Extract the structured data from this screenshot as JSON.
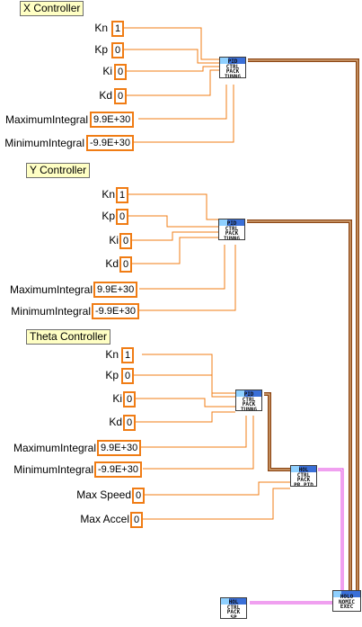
{
  "sections": {
    "x": {
      "title": "X Controller",
      "params": [
        {
          "label": "Kn",
          "value": "1"
        },
        {
          "label": "Kp",
          "value": "0"
        },
        {
          "label": "Ki",
          "value": "0"
        },
        {
          "label": "Kd",
          "value": "0"
        },
        {
          "label": "MaximumIntegral",
          "value": "9.9E+30"
        },
        {
          "label": "MinimumIntegral",
          "value": "-9.9E+30"
        }
      ],
      "vi_text": "PID\nCTRL\nPACK\nTUNNG"
    },
    "y": {
      "title": "Y Controller",
      "params": [
        {
          "label": "Kn",
          "value": "1"
        },
        {
          "label": "Kp",
          "value": "0"
        },
        {
          "label": "Ki",
          "value": "0"
        },
        {
          "label": "Kd",
          "value": "0"
        },
        {
          "label": "MaximumIntegral",
          "value": "9.9E+30"
        },
        {
          "label": "MinimumIntegral",
          "value": "-9.9E+30"
        }
      ],
      "vi_text": "PID\nCTRL\nPACK\nTUNNG"
    },
    "theta": {
      "title": "Theta Controller",
      "params": [
        {
          "label": "Kn",
          "value": "1"
        },
        {
          "label": "Kp",
          "value": "0"
        },
        {
          "label": "Ki",
          "value": "0"
        },
        {
          "label": "Kd",
          "value": "0"
        },
        {
          "label": "MaximumIntegral",
          "value": "9.9E+30"
        },
        {
          "label": "MinimumIntegral",
          "value": "-9.9E+30"
        }
      ],
      "vi_text": "PID\nCTRL\nPACK\nTUNNG"
    }
  },
  "motion": [
    {
      "label": "Max Speed",
      "value": "0"
    },
    {
      "label": "Max Accel",
      "value": "0"
    }
  ],
  "vis": {
    "pack_pid": "HOL\nCTRL\nPACK\nPR.PID",
    "pack_sp": "HOL\nCTRL\nPACK\nSP",
    "exec": "HOLO\nNOMIC\nEXEC"
  },
  "colors": {
    "numeric_border": "#f07c14",
    "numeric_wire": "#f07c14",
    "cluster_wire": "#8b4513",
    "cluster_wire_inner": "#e3b98a",
    "pink_wire": "#e040e0",
    "label_bg": "#ffffc4",
    "vi_band": "#3a6fd8"
  }
}
